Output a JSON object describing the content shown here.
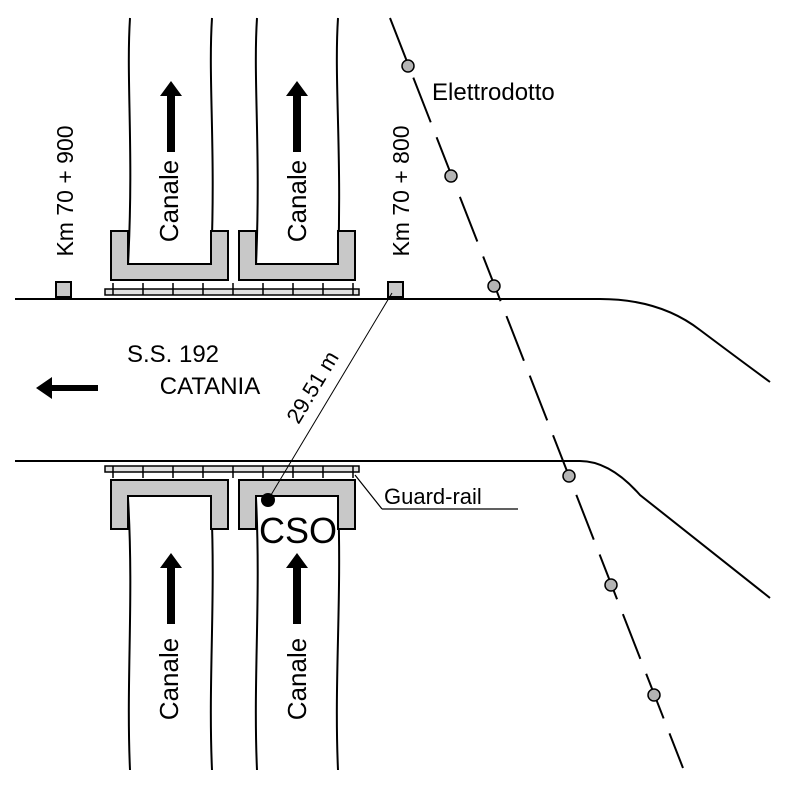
{
  "labels": {
    "canale": "Canale",
    "km_west": "Km 70 + 900",
    "km_east": "Km 70 + 800",
    "elettrodotto": "Elettrodotto",
    "road_name": "S.S. 192",
    "road_city": "CATANIA",
    "distance": "29.51 m",
    "guard_rail": "Guard-rail",
    "cso": "CSO"
  },
  "colors": {
    "line": "#000000",
    "concrete": "#c8c8c8",
    "pylon": "#b4b4b4"
  },
  "icons": {
    "flow_arrow": "arrow-up-icon",
    "direction_arrow": "arrow-left-icon",
    "pylon": "circle-marker-icon",
    "km_marker": "square-marker-icon"
  }
}
